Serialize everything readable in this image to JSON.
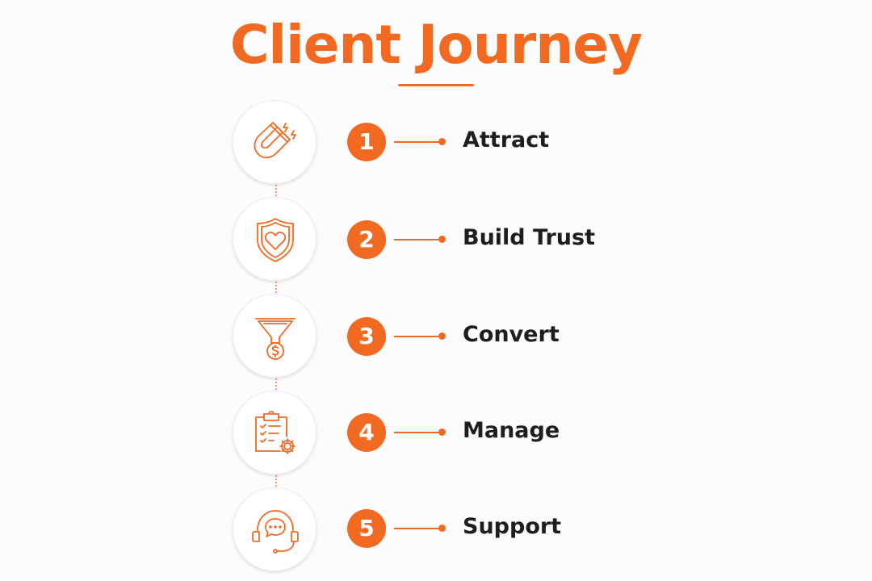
{
  "title": "Client Journey",
  "accent_color": "#f26a22",
  "steps": [
    {
      "number": "1",
      "label": "Attract",
      "icon": "magnet-icon"
    },
    {
      "number": "2",
      "label": "Build Trust",
      "icon": "shield-heart-icon"
    },
    {
      "number": "3",
      "label": "Convert",
      "icon": "funnel-dollar-icon"
    },
    {
      "number": "4",
      "label": "Manage",
      "icon": "clipboard-gear-icon"
    },
    {
      "number": "5",
      "label": "Support",
      "icon": "headset-chat-icon"
    }
  ]
}
